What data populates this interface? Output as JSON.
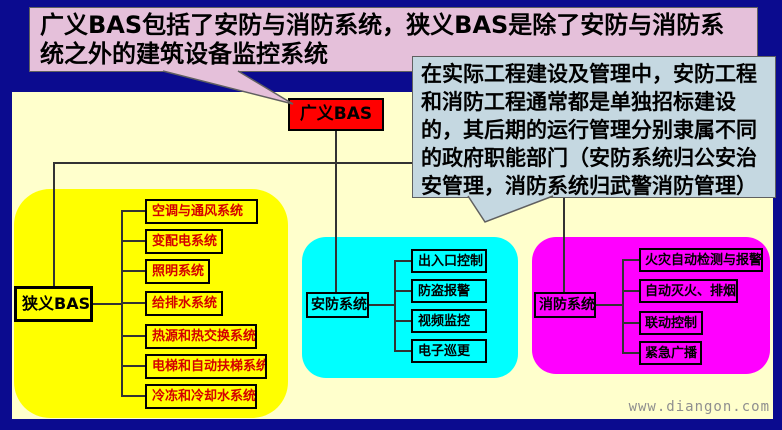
{
  "slide": {
    "watermark": "www.diangon.com"
  },
  "callouts": {
    "top": {
      "text": "广义BAS包括了安防与消防系统，狭义BAS是除了安防与消防系统之外的建筑设备监控系统"
    },
    "side": {
      "text": "在实际工程建设及管理中，安防工程和消防工程通常都是单独招标建设的，其后期的运行管理分别隶属不同的政府职能部门（安防系统归公安治安管理，消防系统归武警消防管理）"
    }
  },
  "tree": {
    "root": {
      "label": "广义BAS"
    },
    "branches": [
      {
        "label": "狭义BAS",
        "items": [
          "空调与通风系统",
          "变配电系统",
          "照明系统",
          "给排水系统",
          "热源和热交换系统",
          "电梯和自动扶梯系统",
          "冷冻和冷却水系统"
        ]
      },
      {
        "label": "安防系统",
        "items": [
          "出入口控制",
          "防盗报警",
          "视频监控",
          "电子巡更"
        ]
      },
      {
        "label": "消防系统",
        "items": [
          "火灾自动检测与报警",
          "自动灭火、排烟",
          "联动控制",
          "紧急广播"
        ]
      }
    ]
  },
  "colors": {
    "background": "#0b0b8f",
    "panel": "#ffffcc",
    "callout_top": "#e5c0da",
    "callout_side": "#c5d8e1",
    "root_box": "#ff0000",
    "branch_narrow_bas": "#ffff00",
    "branch_security": "#00ffff",
    "branch_fire": "#ff00ff",
    "narrow_bas_item_text": "#d40000"
  }
}
